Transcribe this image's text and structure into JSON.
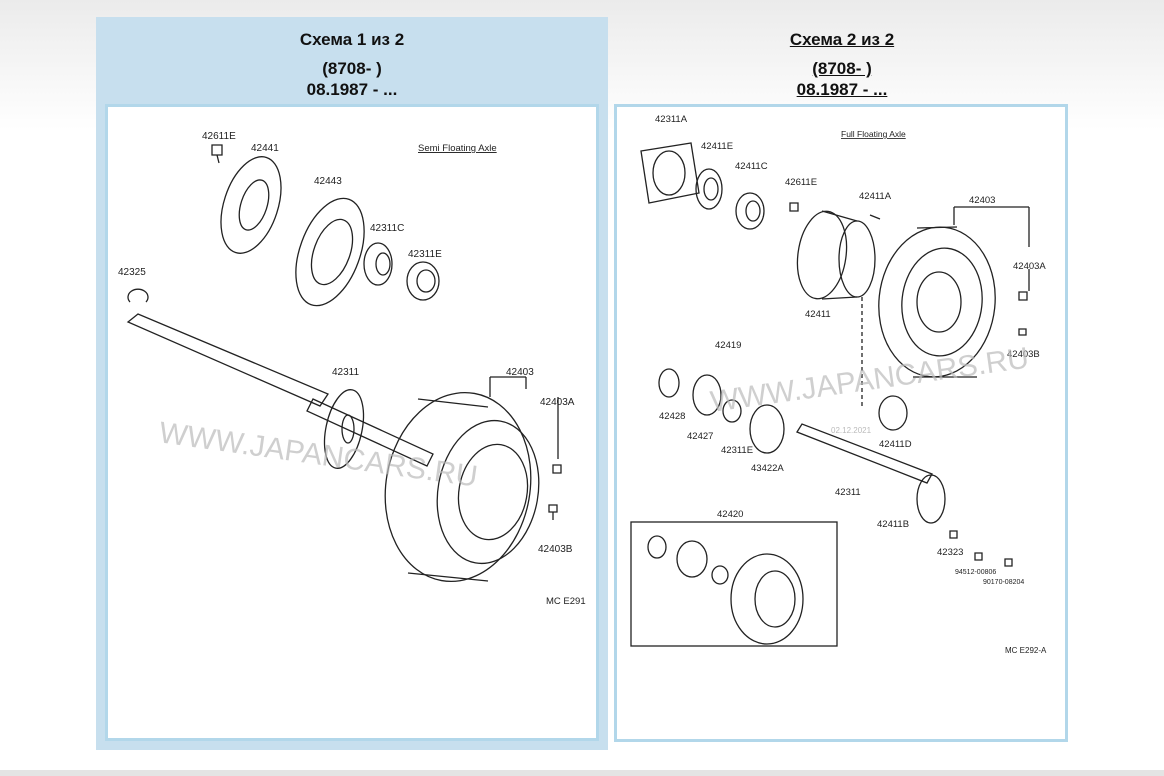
{
  "diagrams": [
    {
      "title": "Схема 1 из 2",
      "code": "(8708- )",
      "date": "08.1987 - ...",
      "caption": "Semi Floating Axle",
      "ref": "MC E291",
      "parts": [
        "42611E",
        "42441",
        "42443",
        "42311C",
        "42311E",
        "42325",
        "42311",
        "42403",
        "42403A",
        "42403B"
      ]
    },
    {
      "title": "Схема 2 из 2",
      "code": "(8708- )",
      "date": "08.1987 - ...",
      "caption": "Full Floating Axle",
      "ref": "MC E292-A",
      "parts": [
        "42311A",
        "42411E",
        "42411C",
        "42611E",
        "42411A",
        "42403",
        "42403A",
        "42411",
        "42403B",
        "42419",
        "42428",
        "42427",
        "42311E",
        "43422A",
        "42411D",
        "42311",
        "42411B",
        "42323",
        "42420",
        "94512-00806",
        "90170-08204"
      ]
    }
  ],
  "watermark": "WWW.JAPANCARS.RU",
  "stamp": "02.12.2021"
}
